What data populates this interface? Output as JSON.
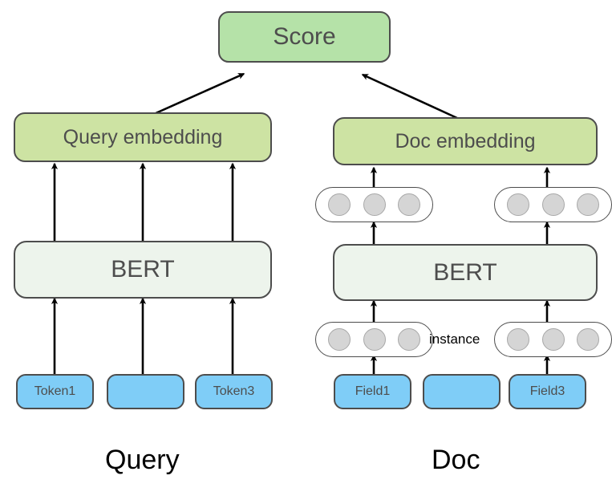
{
  "diagram": {
    "title_nodes": {
      "score": "Score",
      "query_embedding": "Query embedding",
      "doc_embedding": "Doc embedding",
      "bert_left": "BERT",
      "bert_right": "BERT"
    },
    "query_tokens": [
      {
        "label": "Token1"
      },
      {
        "label": ""
      },
      {
        "label": "Token3"
      }
    ],
    "doc_fields": [
      {
        "label": "Field1"
      },
      {
        "label": ""
      },
      {
        "label": "Field3"
      }
    ],
    "instance_label": "instance",
    "column_labels": {
      "left": "Query",
      "right": "Doc"
    },
    "vector_pills": {
      "dots_per_pill": 3,
      "output_pills": 2,
      "input_pills": 2
    },
    "colors": {
      "score_fill": "#b5e2a8",
      "embedding_fill": "#cde3a3",
      "bert_fill": "#edf4ec",
      "token_fill": "#7fcdf7",
      "dot_fill": "#d5d5d5",
      "stroke": "#4d4d4d",
      "arrow": "#000000",
      "background": "#ffffff"
    }
  }
}
